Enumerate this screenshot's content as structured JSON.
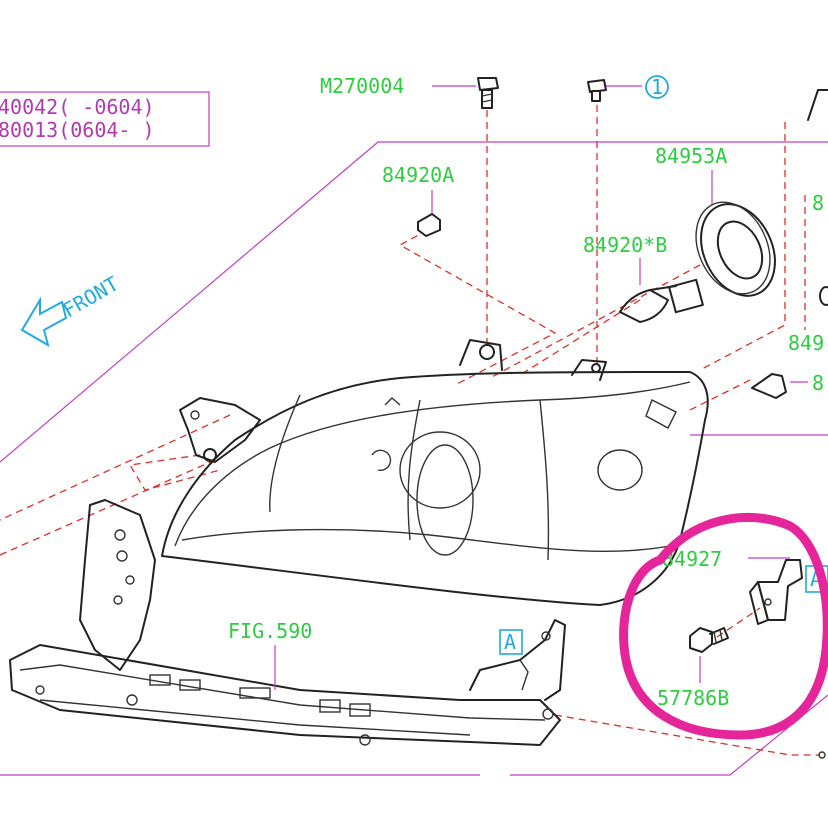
{
  "notes": {
    "line1": "40042( -0604)",
    "line2": "80013(0604- )"
  },
  "front_label": "FRONT",
  "callouts": {
    "m270004": "M270004",
    "ref1": "1",
    "p84920A": "84920A",
    "p84953A": "84953A",
    "p84920B": "84920*B",
    "p84927": "84927",
    "p57786B": "57786B",
    "fig590": "FIG.590",
    "markerA_left": "A",
    "markerA_right": "A",
    "cut_849": "849",
    "cut_8": "8",
    "cut_8b": "8"
  },
  "colors": {
    "callout_text": "#2ecc40",
    "reference_text": "#22aadd",
    "frame_lines": "#c040c0",
    "dashed_lines": "#d9302c",
    "highlight": "#e4269a"
  },
  "highlight": {
    "label": "circled-area"
  }
}
